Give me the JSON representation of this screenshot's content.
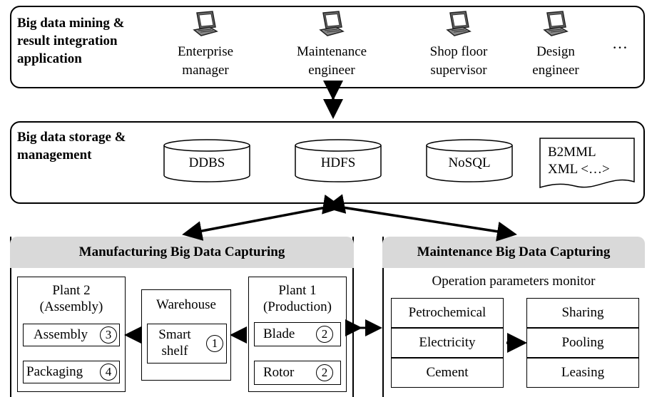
{
  "layers": {
    "application": {
      "title_lines": [
        "Big data mining &",
        "result integration",
        "application"
      ],
      "users": [
        {
          "line1": "Enterprise",
          "line2": "manager",
          "icon": "laptop-icon"
        },
        {
          "line1": "Maintenance",
          "line2": "engineer",
          "icon": "laptop-icon"
        },
        {
          "line1": "Shop floor",
          "line2": "supervisor",
          "icon": "laptop-icon"
        },
        {
          "line1": "Design",
          "line2": "engineer",
          "icon": "laptop-icon"
        }
      ],
      "ellipsis": "…"
    },
    "storage": {
      "title_lines": [
        "Big data storage &",
        "management"
      ],
      "stores": [
        "DDBS",
        "HDFS",
        "NoSQL"
      ],
      "document": {
        "line1": "B2MML",
        "line2": "XML <…>"
      }
    }
  },
  "manufacturing": {
    "title": "Manufacturing Big Data Capturing",
    "plant2": {
      "line1": "Plant 2",
      "line2": "(Assembly)",
      "items": [
        {
          "label": "Assembly",
          "num": "3"
        },
        {
          "label": "Packaging",
          "num": "4"
        }
      ]
    },
    "warehouse": {
      "title": "Warehouse",
      "item": {
        "line1": "Smart",
        "line2": "shelf",
        "num": "1"
      }
    },
    "plant1": {
      "line1": "Plant 1",
      "line2": "(Production)",
      "items": [
        {
          "label": "Blade",
          "num": "2"
        },
        {
          "label": "Rotor",
          "num": "2"
        }
      ]
    }
  },
  "maintenance": {
    "title": "Maintenance Big Data Capturing",
    "subtitle": "Operation parameters monitor",
    "industries": [
      "Petrochemical",
      "Electricity",
      "Cement"
    ],
    "models": [
      "Sharing",
      "Pooling",
      "Leasing"
    ]
  }
}
